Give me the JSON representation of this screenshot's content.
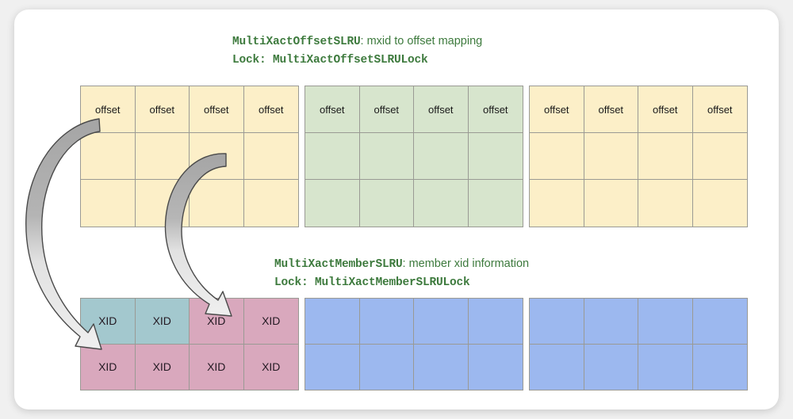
{
  "diagram": {
    "title_offset_slru": {
      "name": "MultiXactOffsetSLRU",
      "description": ": mxid to offset mapping",
      "lock_prefix": "Lock: ",
      "lock_name": "MultiXactOffsetSLRULock"
    },
    "title_member_slru": {
      "name": "MultiXactMemberSLRU",
      "description": ": member xid information",
      "lock_prefix": "Lock: ",
      "lock_name": "MultiXactMemberSLRULock"
    },
    "cell_labels": {
      "offset": "offset",
      "xid": "XID"
    },
    "colors": {
      "cream": "#fcefc8",
      "green": "#d7e5cd",
      "blue": "#9cb8ef",
      "pink": "#d9a8bd",
      "teal": "#a3c8ce",
      "border": "#9a9a94",
      "heading_green": "#3d7a3d",
      "arrow_gray": "#a8a8a8",
      "arrow_white": "#ededed",
      "card": "#ffffff",
      "background": "#f0f0f0"
    },
    "offset_blocks": [
      {
        "id": "offset-block-1",
        "fill": "cream",
        "columns": 4,
        "rows": 3,
        "labeled_row": 0
      },
      {
        "id": "offset-block-2",
        "fill": "green",
        "columns": 4,
        "rows": 3,
        "labeled_row": 0
      },
      {
        "id": "offset-block-3",
        "fill": "cream",
        "columns": 4,
        "rows": 3,
        "labeled_row": 0
      }
    ],
    "member_blocks": [
      {
        "id": "member-block-1",
        "columns": 4,
        "rows": 2,
        "labeled": true,
        "cell_fills": [
          [
            "teal",
            "teal",
            "pink",
            "pink"
          ],
          [
            "pink",
            "pink",
            "pink",
            "pink"
          ]
        ]
      },
      {
        "id": "member-block-2",
        "columns": 4,
        "rows": 2,
        "labeled": false,
        "cell_fills": [
          [
            "blue",
            "blue",
            "blue",
            "blue"
          ],
          [
            "blue",
            "blue",
            "blue",
            "blue"
          ]
        ]
      },
      {
        "id": "member-block-3",
        "columns": 4,
        "rows": 2,
        "labeled": false,
        "cell_fills": [
          [
            "blue",
            "blue",
            "blue",
            "blue"
          ],
          [
            "blue",
            "blue",
            "blue",
            "blue"
          ]
        ]
      }
    ],
    "arrows": [
      {
        "id": "arrow-offset1-to-xid1",
        "from": "offset-block-1 first cell",
        "to": "member-block-1 row1 cell1"
      },
      {
        "id": "arrow-offset1-to-xid3",
        "from": "offset-block-1 third cell",
        "to": "member-block-1 row1 cell3"
      }
    ]
  }
}
